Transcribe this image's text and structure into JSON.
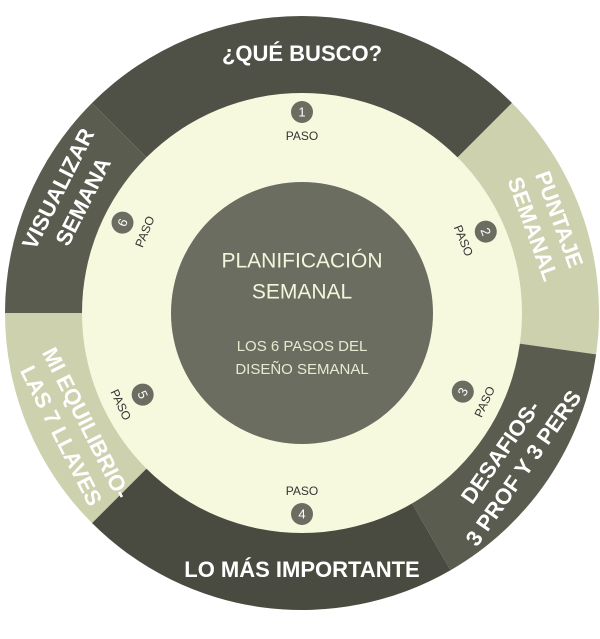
{
  "center": {
    "title_lines": [
      "PLANIFICACIÓN",
      "SEMANAL"
    ],
    "subtitle_lines": [
      "LOS 6 PASOS DEL",
      "DISEÑO SEMANAL"
    ]
  },
  "step_word": "PASO",
  "segments": [
    {
      "id": "que-busco",
      "lines": [
        "¿QUÉ BUSCO?"
      ],
      "color": "#4f5046",
      "step": "1"
    },
    {
      "id": "puntaje-semanal",
      "lines": [
        "PUNTAJE",
        "SEMANAL"
      ],
      "color": "#cdd1ae",
      "step": "2"
    },
    {
      "id": "desafios",
      "lines": [
        "DESAFIOS-",
        "3 PROF Y 3 PERS"
      ],
      "color": "#5a5c4f",
      "step": "3"
    },
    {
      "id": "lo-mas-importante",
      "lines": [
        "LO MÁS IMPORTANTE"
      ],
      "color": "#4a4b40",
      "step": "4"
    },
    {
      "id": "mi-equilibrio",
      "lines": [
        "MI EQUILIBRIO-",
        "LAS 7 LLAVES"
      ],
      "color": "#cdd1ae",
      "step": "5"
    },
    {
      "id": "visualizar-semana",
      "lines": [
        "VISUALIZAR",
        "SEMANA"
      ],
      "color": "#5a5c4f",
      "step": "6"
    }
  ],
  "colors": {
    "ring": "#f7f9df",
    "center": "#6b6d61",
    "step_dot": "#6b6d61",
    "light_text": "#ffffff",
    "dark_text": "#353628"
  }
}
